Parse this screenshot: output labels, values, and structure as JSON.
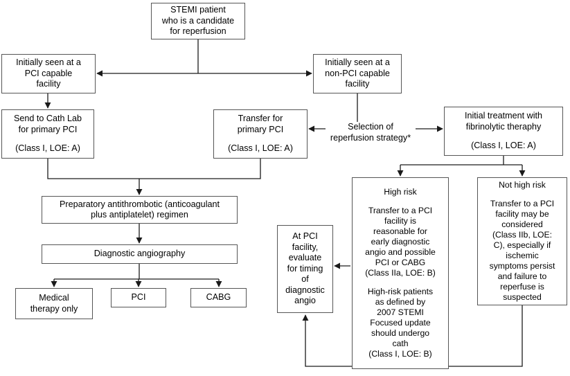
{
  "diagram": {
    "title": "STEMI patient reperfusion strategy flowchart",
    "type": "flowchart",
    "colors": {
      "background": "#ffffff",
      "box_border": "#555555",
      "connector": "#1a1a1a",
      "text": "#000000"
    }
  },
  "nodes": {
    "stemi_patient": {
      "label": "STEMI patient\nwho is a candidate\nfor reperfusion"
    },
    "pci_capable_facility": {
      "label": "Initially seen at a\nPCI capable\nfacility"
    },
    "non_pci_capable_facility": {
      "label": "Initially seen at a\nnon-PCI capable\nfacility"
    },
    "send_to_cath_lab": {
      "label": "Send to Cath Lab\nfor primary PCI",
      "class_loe": "(Class I, LOE: A)"
    },
    "transfer_for_primary_pci": {
      "label": "Transfer for\nprimary PCI",
      "class_loe": "(Class I, LOE: A)"
    },
    "fibrinolytic_therapy": {
      "label": "Initial treatment with\nfibrinolytic theraphy",
      "class_loe": "(Class I, LOE: A)"
    },
    "high_risk": {
      "heading": "High risk",
      "body": "Transfer to a PCI\nfacility is\nreasonable for\nearly diagnostic\nangio and possible\nPCI or CABG\n(Class IIa, LOE: B)",
      "body2": "High-risk patients\nas defined by\n2007 STEMI\nFocused update\nshould undergo\ncath\n(Class I, LOE: B)"
    },
    "not_high_risk": {
      "heading": "Not high risk",
      "body": "Transfer to a PCI\nfacility may be\nconsidered\n(Class IIb, LOE:\nC), especially if\nischemic\nsymptoms persist\nand failure to\nreperfuse is\nsuspected"
    },
    "at_pci_facility": {
      "label": "At PCI\nfacility,\nevaluate\nfor timing\nof\ndiagnostic\nangio"
    },
    "preparatory_antithrombotic": {
      "label": "Preparatory antithrombotic (anticoagulant\nplus antiplatelet) regimen"
    },
    "diagnostic_angiography": {
      "label": "Diagnostic angiography"
    },
    "medical_therapy_only": {
      "label": "Medical\ntherapy only"
    },
    "pci_outcome": {
      "label": "PCI"
    },
    "cabg_outcome": {
      "label": "CABG"
    }
  },
  "edge_labels": {
    "selection_of_reperfusion_strategy": "Selection of\nreperfusion strategy*"
  }
}
